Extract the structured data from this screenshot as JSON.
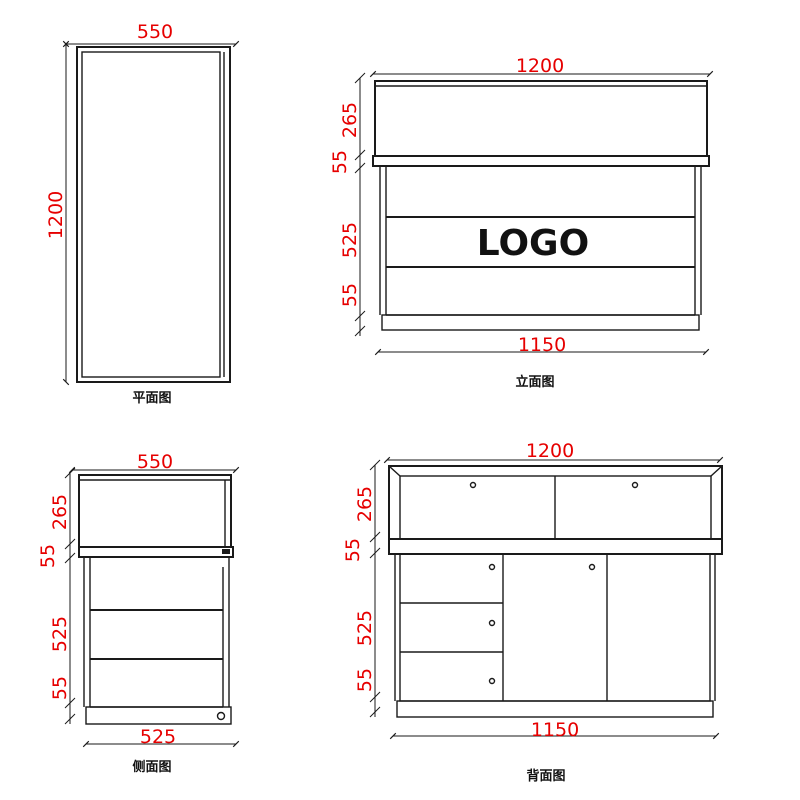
{
  "colors": {
    "line": "#1a1a1a",
    "dimension_text": "#e60000",
    "background": "#ffffff"
  },
  "plan_view": {
    "caption": "平面图",
    "width_label": "550",
    "depth_label": "1200"
  },
  "front_view": {
    "caption": "立面图",
    "logo_text": "LOGO",
    "top_width_label": "1200",
    "bottom_width_label": "1150",
    "heights": [
      "265",
      "55",
      "525",
      "55"
    ]
  },
  "side_view": {
    "caption": "侧面图",
    "top_width_label": "550",
    "bottom_width_label": "525",
    "heights": [
      "265",
      "55",
      "525",
      "55"
    ]
  },
  "back_view": {
    "caption": "背面图",
    "top_width_label": "1200",
    "bottom_width_label": "1150",
    "heights": [
      "265",
      "55",
      "525",
      "55"
    ]
  }
}
